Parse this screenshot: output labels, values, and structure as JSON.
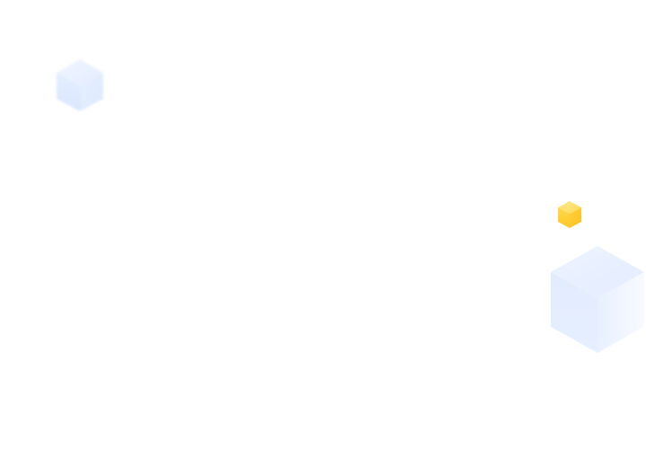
{
  "scene": {
    "background_color": "#ffffff",
    "decorations": [
      {
        "name": "small-blue-cube",
        "colors": {
          "top": "#eaf1ff",
          "left": "#e2ecff",
          "right": "#dfe9ff"
        }
      },
      {
        "name": "yellow-cube",
        "colors": {
          "top": "#ffe27a",
          "left": "#ffd23d",
          "right": "#ffc928"
        }
      },
      {
        "name": "large-blue-cube",
        "colors": {
          "top": "#e8f0ff",
          "left": "#e1ebff",
          "right": "#eef4ff"
        }
      }
    ]
  }
}
